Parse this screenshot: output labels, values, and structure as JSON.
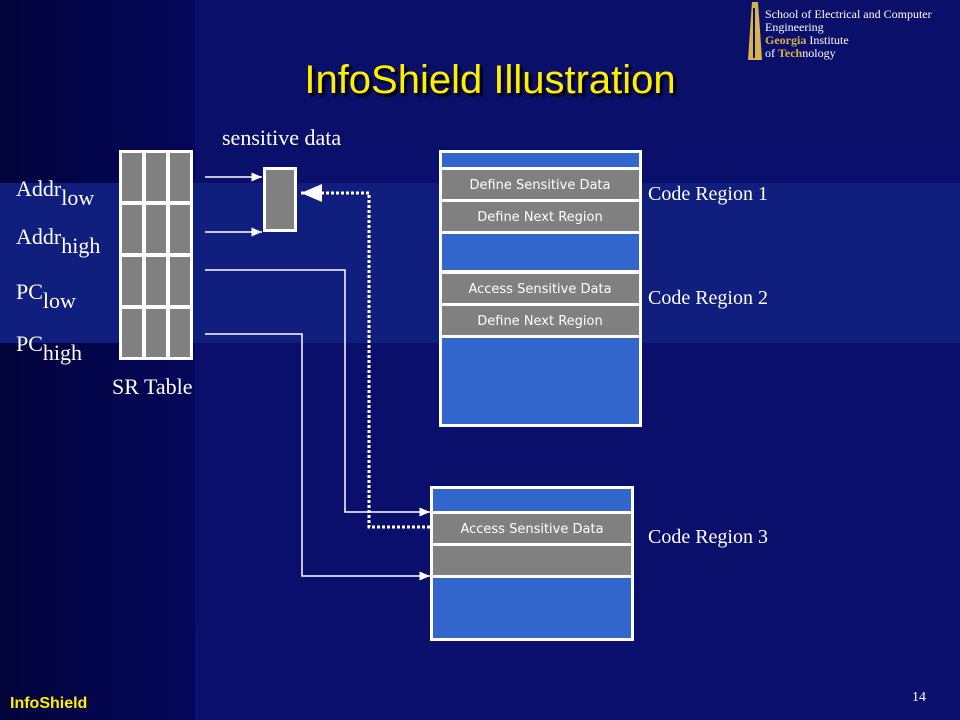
{
  "slide": {
    "title": "InfoShield Illustration",
    "footer": "InfoShield",
    "page_number": "14"
  },
  "logo": {
    "line1": "School of Electrical and Computer",
    "line2": "Engineering",
    "line3_bold": "Georgia",
    "line3_rest": " Institute",
    "line4_pre": "of ",
    "line4_bold": "Tech",
    "line4_rest": "nology"
  },
  "labels": {
    "sensitive_data": "sensitive data",
    "addr": "Addr",
    "low": "low",
    "high": "high",
    "pc": "PC",
    "sr_table": "SR Table"
  },
  "regions": {
    "r1": "Code Region 1",
    "r2": "Code Region 2",
    "r3": "Code Region 3"
  },
  "blocks": {
    "define_sensitive": "Define Sensitive Data",
    "define_next_1": "Define Next Region",
    "access_sensitive_1": "Access Sensitive Data",
    "define_next_2": "Define Next Region",
    "access_sensitive_3": "Access Sensitive Data"
  },
  "colors": {
    "background": "#0b0f6a",
    "code_block": "#3366cc",
    "gray_row": "#808080",
    "title": "#ffef00"
  }
}
